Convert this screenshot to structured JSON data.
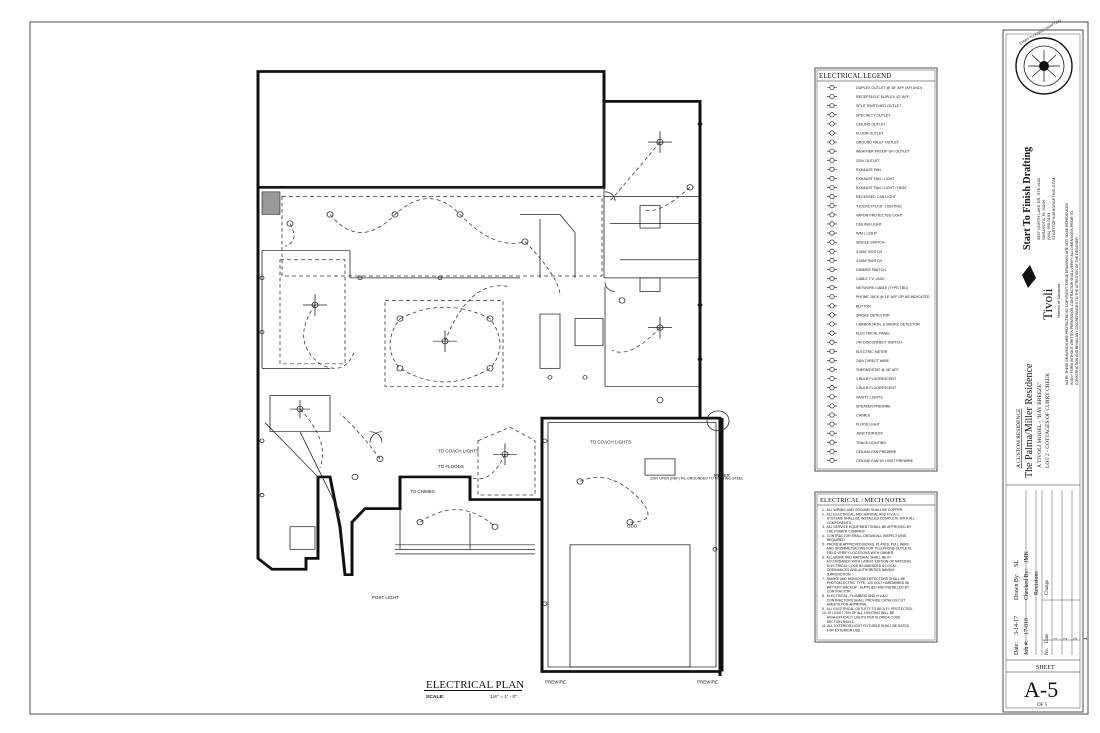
{
  "plan": {
    "title": "ELECTRICAL PLAN",
    "scale_label": "SCALE:",
    "scale_value": "1/4\" = 1' - 0\"",
    "notes": [
      {
        "text": "TO COACH LIGHTS"
      },
      {
        "text": "TO FLOODS"
      },
      {
        "text": "TO CHIMES"
      },
      {
        "text": "POST LIGHT"
      },
      {
        "text": "TO COACH LIGHTS"
      },
      {
        "text": "220V UFER (REF) P/L GROUNDED TO FOOTING STEEL"
      },
      {
        "text": "METER"
      },
      {
        "text": "PREWIRE"
      },
      {
        "text": "PREWIRE"
      },
      {
        "text": "GDO"
      }
    ]
  },
  "legend": {
    "title": "ELECTRICAL LEGEND",
    "items": [
      {
        "icon": "duplex-outlet-icon",
        "label": "DUPLEX OUTLET @ 18\" AFF (AFI UNO)"
      },
      {
        "icon": "receptacle-duplex-icon",
        "label": "RECEPTACLE DUPLEX 42\" AFF."
      },
      {
        "icon": "split-switched-outlet-icon",
        "label": "SPLIT SWITCHED OUTLET"
      },
      {
        "icon": "specialty-outlet-icon",
        "label": "SPECIALTY OUTLET"
      },
      {
        "icon": "ceiling-outlet-icon",
        "label": "CEILING OUTLET"
      },
      {
        "icon": "floor-outlet-icon",
        "label": "FLOOR OUTLET"
      },
      {
        "icon": "ground-fault-outlet-icon",
        "label": "GROUND FAULT OUTLET"
      },
      {
        "icon": "weatherproof-outlet-icon",
        "label": "WEATHER PROOF GFI OUTLET"
      },
      {
        "icon": "220v-outlet-icon",
        "label": "220V OUTLET"
      },
      {
        "icon": "exhaust-fan-icon",
        "label": "EXHAUST FAN"
      },
      {
        "icon": "exhaust-fan-light-icon",
        "label": "EXHAUST FAN / LIGHT"
      },
      {
        "icon": "exhaust-fan-light-heat-icon",
        "label": "EXHAUST FAN / LIGHT / HEAT"
      },
      {
        "icon": "recessed-can-light-icon",
        "label": "RECESSED CAN LIGHT"
      },
      {
        "icon": "hockeypuck-lighting-icon",
        "label": "\"HOCKEYPUCK\" LIGHTING"
      },
      {
        "icon": "vapor-protected-light-icon",
        "label": "VAPOR PROTECTED LIGHT"
      },
      {
        "icon": "ceiling-light-icon",
        "label": "CEILING LIGHT"
      },
      {
        "icon": "wall-light-icon",
        "label": "WALL LIGHT"
      },
      {
        "icon": "single-switch-icon",
        "label": "SINGLE SWITCH"
      },
      {
        "icon": "3-way-switch-icon",
        "label": "3-WAY SWITCH"
      },
      {
        "icon": "4-way-switch-icon",
        "label": "4-WAY SWITCH"
      },
      {
        "icon": "dimmer-switch-icon",
        "label": "DIMMER SWITCH"
      },
      {
        "icon": "cable-tv-jack-icon",
        "label": "CABLE T.V. JACK"
      },
      {
        "icon": "network-cable-icon",
        "label": "NETWORK CABLE (TYPE TBD)"
      },
      {
        "icon": "phone-jack-icon",
        "label": "PHONE JACK @ 18\" AFF OR AS INDICATED"
      },
      {
        "icon": "button-icon",
        "label": "BUTTON"
      },
      {
        "icon": "smoke-detector-icon",
        "label": "SMOKE DETECTOR"
      },
      {
        "icon": "carbon-monoxide-detector-icon",
        "label": "CARBON MON. & SMOKE DETECTOR"
      },
      {
        "icon": "electrical-panel-icon",
        "label": "ELECTRICAL PANEL"
      },
      {
        "icon": "disconnect-switch-icon",
        "label": "240 DISCONNECT SWITCH"
      },
      {
        "icon": "electric-meter-icon",
        "label": "ELECTRIC METER"
      },
      {
        "icon": "direct-wire-icon",
        "label": "240V DIRECT WIRE"
      },
      {
        "icon": "thermostat-icon",
        "label": "THERMOSTAT @ 48\" AFF"
      },
      {
        "icon": "1-bulb-fluorescent-icon",
        "label": "1 BULB FLUORESCENT"
      },
      {
        "icon": "2-bulb-fluorescent-icon",
        "label": "2 BULB FLUORESCENT"
      },
      {
        "icon": "vanity-lights-icon",
        "label": "VANITY LIGHTS"
      },
      {
        "icon": "speaker-prewire-icon",
        "label": "SPEAKER PREWIRE"
      },
      {
        "icon": "chimes-icon",
        "label": "CHIMES"
      },
      {
        "icon": "flood-light-icon",
        "label": "FLOOD LIGHT"
      },
      {
        "icon": "junction-box-icon",
        "label": "JUNCTION BOX"
      },
      {
        "icon": "track-lighting-icon",
        "label": "TRACK LIGHTING"
      },
      {
        "icon": "ceiling-fan-prewire-icon",
        "label": "CEILING FAN PREWIRE"
      },
      {
        "icon": "ceiling-fan-light-prewire-icon",
        "label": "CEILING FAN W/ LIGHT PREWIRE"
      }
    ]
  },
  "mech_notes": {
    "title": "ELECTRICAL / MECH NOTES",
    "lines": [
      "1.  ALL WIRING AND GROUND SHALL BE COPPER.",
      "2.  ALL ELECTRICAL, MECHANICAL AND H.V.A.C.",
      "     SYSTEMS SHALL BE INSTALLED COMPLETE WITH ALL",
      "     COMPONENTS.",
      "3.  ALL SERVICE EQUIPMENT SHALL BE APPROVED BY",
      "     THE POWER COMPANY.",
      "4.  CONTRACTOR SHALL OBTAIN ALL INSPECTIONS",
      "     REQUIRED.",
      "5.  PROVIDE APPROVED BOXES, PLATES, PULL WIRE",
      "     AND GROMMETS/CONS FOR TELEPHONE OUTLETS.",
      "     FIELD VERIFY LOCATIONS WITH OWNER.",
      "6.  ALL WORK AND MATERIAL SHALL BE IN",
      "     ACCORDANCE WITH LATEST EDITION OF NATIONAL",
      "     ELECTRICAL CODE AS AMENDED & LOCAL",
      "     ORDINANCES AND AUTHORITIES HAVING",
      "     JURISDICTION.",
      "7.  SMOKE AND MONOXIDE DETECTORS SHALL BE",
      "     PHOTOELECTRIC TYPE, 120 VOLT HARDWIRED W/",
      "     BATTERY BACKUP - SUPPLIED AND INSTALLED BY",
      "     CONTRACTOR.",
      "8.  ELECTRICAL, PLUMBING AND H.V.A.C.",
      "     CONTRACTORS SHALL PROVIDE CATALOG CUT",
      "     SHEETS FOR APPROVAL.",
      "9.  ALL ELECTRICAL OUTLETS TO BE A.F.I. PROTECTED.",
      "10. AT LEAST 75% OF ALL LIGHTING WILL BE",
      "     HIGH-EFFICACY LIGHTS PER FLORIDA CODE",
      "     SECTION R404.1.",
      "11. ALL EXTERIOR LIGHT FIXTURES SHALL BE RATED",
      "     FOR EXTERIOR USE."
    ]
  },
  "title_block": {
    "firm_name": "Start To Finish Drafting",
    "firm_address": "5627 NORTH LAKE DR, STE #102",
    "firm_city": "SARASOTA, FL 34236",
    "firm_phone": "(941) 555-0193",
    "firm_web": "STARTTOFINISHDRAFTING.COM",
    "seal_text": "START TO FINISH DRAFTING",
    "disclaimer_1": "NOTE: THESE DRAWINGS ARE PROTECTED BY COPYRIGHT. THESE DRAWINGS ARE NOT TO BE REPRODUCED",
    "disclaimer_2": "IN ANY FORM WITHOUT WRITTEN PERMISSION. CONTRACTOR SHALL VERIFY ALL DIMENSIONS PRIOR TO",
    "disclaimer_3": "CONSTRUCTION AND BRING ANY DISCREPANCIES TO THE ATTENTION OF THE DESIGNER.",
    "brand_logo": "Tivoli",
    "brand_sub": "Homes of Sarasota",
    "project_type": "A CUSTOM RESIDENCE",
    "project_name": "The Palma/Miller Residence",
    "model": "A TIVOLI MODEL - \"BAY BREEZE\"",
    "lot": "LOT 2 - COTTAGES OF CURRY CREEK",
    "date_label": "Date:",
    "date_value": "3-14-17",
    "drawn_label": "Drawn By:",
    "drawn_value": "SL",
    "job_label": "Job #:",
    "job_value": "17-018",
    "checked_label": "Checked By:",
    "checked_value": "JMK",
    "revisions_label": "Revisions",
    "rev_no": "No.",
    "rev_date": "Date",
    "rev_change": "Change",
    "rev_rows": [
      "1",
      "2",
      "3",
      "4"
    ],
    "sheet_label": "SHEET",
    "sheet_number": "A-5",
    "sheet_of": "OF 5"
  }
}
